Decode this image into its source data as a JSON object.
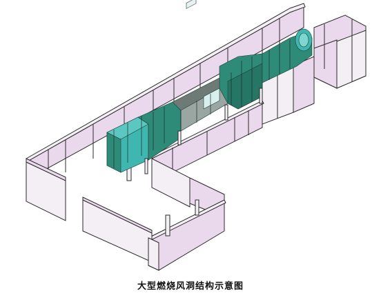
{
  "caption": "大型燃烧风洞结构示意图",
  "colors": {
    "wall_top": "#ead8ec",
    "wall_side": "#f4eef5",
    "wall_outline": "#2a2a2a",
    "duct_green": "#2e8b78",
    "duct_teal": "#3fb7b0",
    "duct_dark": "#1f3a36",
    "duct_frame": "#444444",
    "floor": "#ffffff"
  },
  "icons": [
    "isometric-building-layout",
    "wind-tunnel-duct"
  ]
}
